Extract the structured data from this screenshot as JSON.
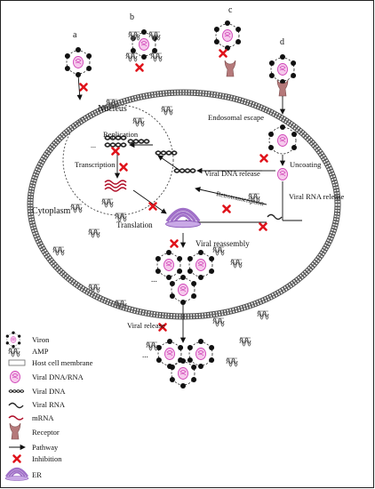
{
  "diagram": {
    "pathway_letters": {
      "a": "a",
      "b": "b",
      "c": "c",
      "d": "d"
    },
    "compartments": {
      "nucleus": "Nucleus",
      "cytoplasm": "Cytoplasm"
    },
    "steps": {
      "endosomal_escape": "Endosomal escape",
      "uncoating": "Uncoating",
      "viral_dna_release": "Viral DNA release",
      "viral_rna_release": "Viral RNA release",
      "retrotranscription": "Retrotranscription",
      "replication": "Replication",
      "transcription": "Transcription",
      "translation": "Translation",
      "viral_reassembly": "Viral reassembly",
      "viral_release": "Viral release",
      "ellipsis": "..."
    },
    "legend": [
      {
        "key": "viron",
        "label": "Viron"
      },
      {
        "key": "amp",
        "label": "AMP"
      },
      {
        "key": "membrane",
        "label": "Host cell membrane"
      },
      {
        "key": "viral_genome",
        "label": "Viral DNA/RNA"
      },
      {
        "key": "viral_dna",
        "label": "Viral DNA"
      },
      {
        "key": "viral_rna",
        "label": "Viral RNA"
      },
      {
        "key": "mrna",
        "label": "mRNA"
      },
      {
        "key": "receptor",
        "label": "Receptor"
      },
      {
        "key": "pathway",
        "label": "Pathway"
      },
      {
        "key": "inhibition",
        "label": "Inhibition"
      },
      {
        "key": "er",
        "label": "ER"
      }
    ],
    "colors": {
      "viral_genome": "#e055c8",
      "inhibition": "#e0141c",
      "receptor": "#b5797a",
      "mrna": "#b0102a",
      "er": "#a070c8",
      "line": "#111111"
    }
  }
}
